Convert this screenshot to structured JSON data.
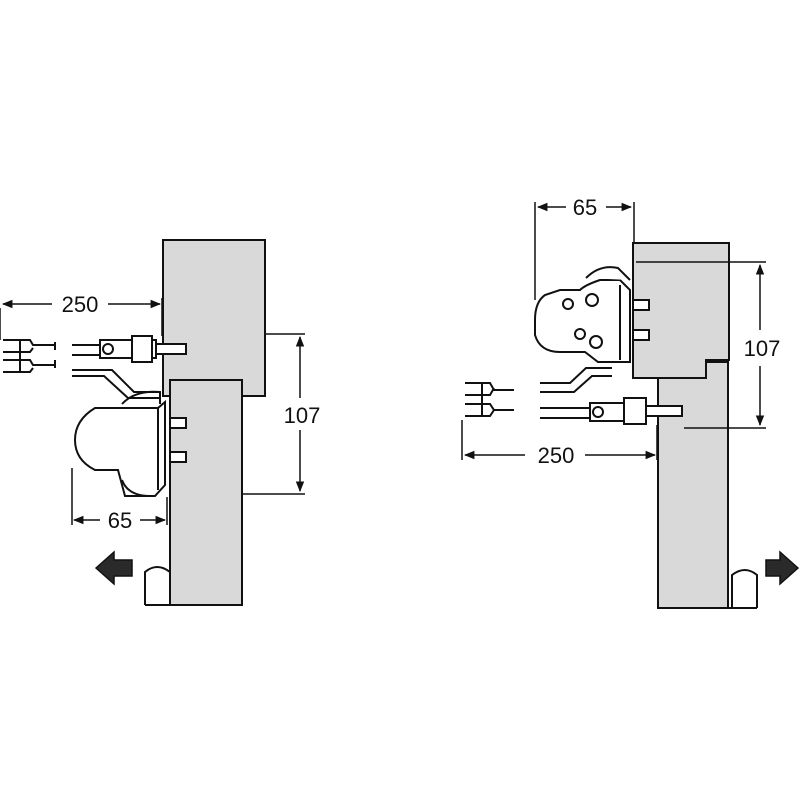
{
  "colors": {
    "part_fill": "#d9d9d9",
    "line": "#111111",
    "arrow_fill": "#2a2a2a",
    "background": "#ffffff"
  },
  "left_view": {
    "dim_width_main": "250",
    "dim_width_body": "65",
    "dim_height": "107",
    "direction": "left-arrow"
  },
  "right_view": {
    "dim_width_main": "250",
    "dim_width_body": "65",
    "dim_height": "107",
    "direction": "right-arrow"
  }
}
